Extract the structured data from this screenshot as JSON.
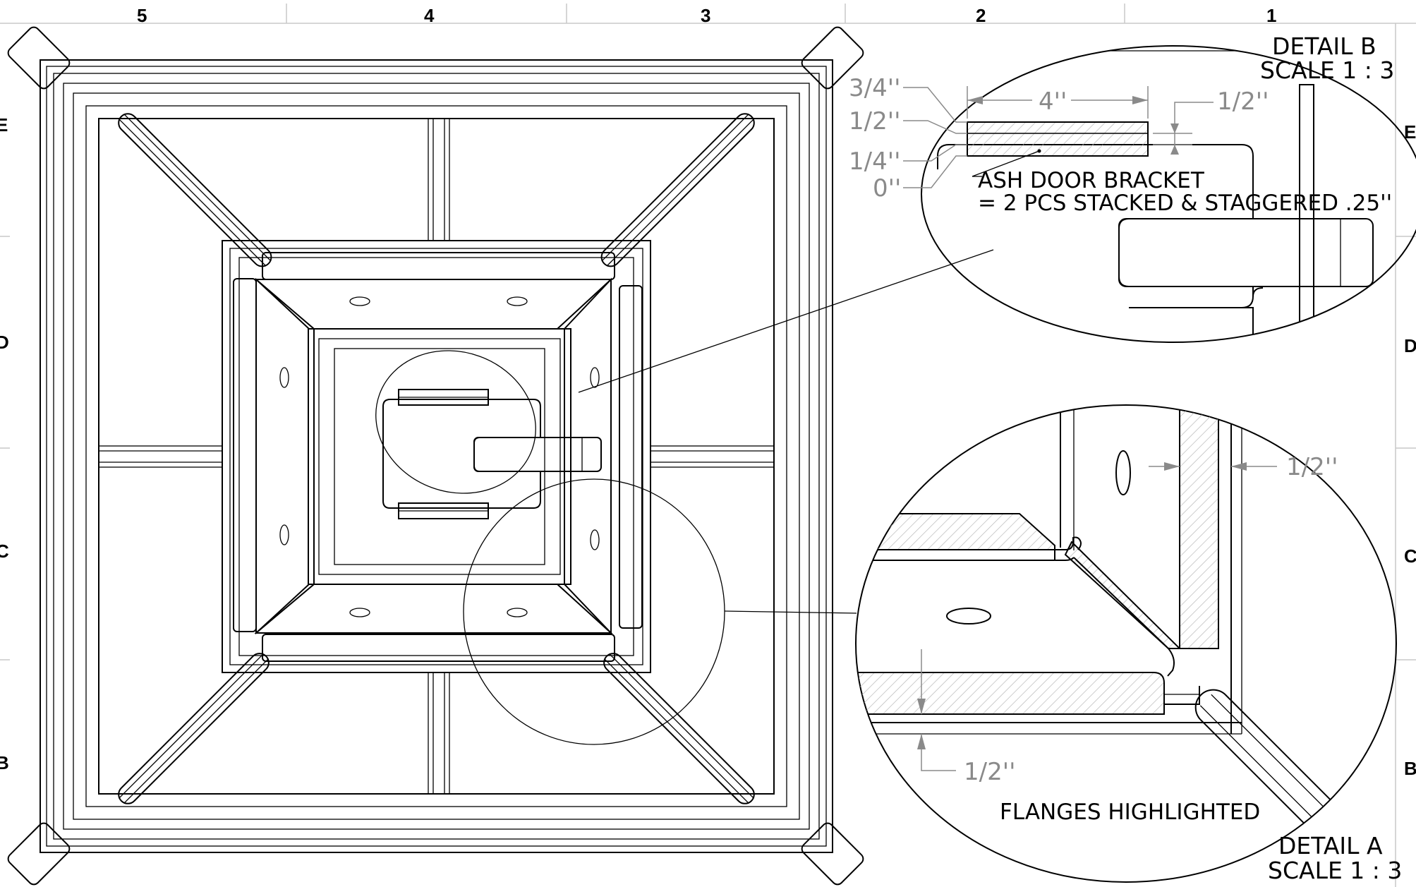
{
  "zones": {
    "top": [
      "5",
      "4",
      "3",
      "2",
      "1"
    ],
    "left": [
      "E",
      "D",
      "C",
      "B"
    ],
    "right": [
      "E",
      "D",
      "C",
      "B"
    ]
  },
  "detail_b": {
    "title": "DETAIL B",
    "scale": "SCALE 1 : 3",
    "height_labels": [
      "3/4''",
      "1/2''",
      "1/4''",
      "0''"
    ],
    "width_dim": "4''",
    "thickness_dim": "1/2''",
    "note_line1": "ASH DOOR BRACKET",
    "note_line2": "= 2 PCS STACKED & STAGGERED .25''"
  },
  "detail_a": {
    "title": "DETAIL A",
    "scale": "SCALE 1 : 3",
    "right_dim": "1/2''",
    "bottom_dim": "1/2''",
    "note": "FLANGES HIGHLIGHTED"
  }
}
